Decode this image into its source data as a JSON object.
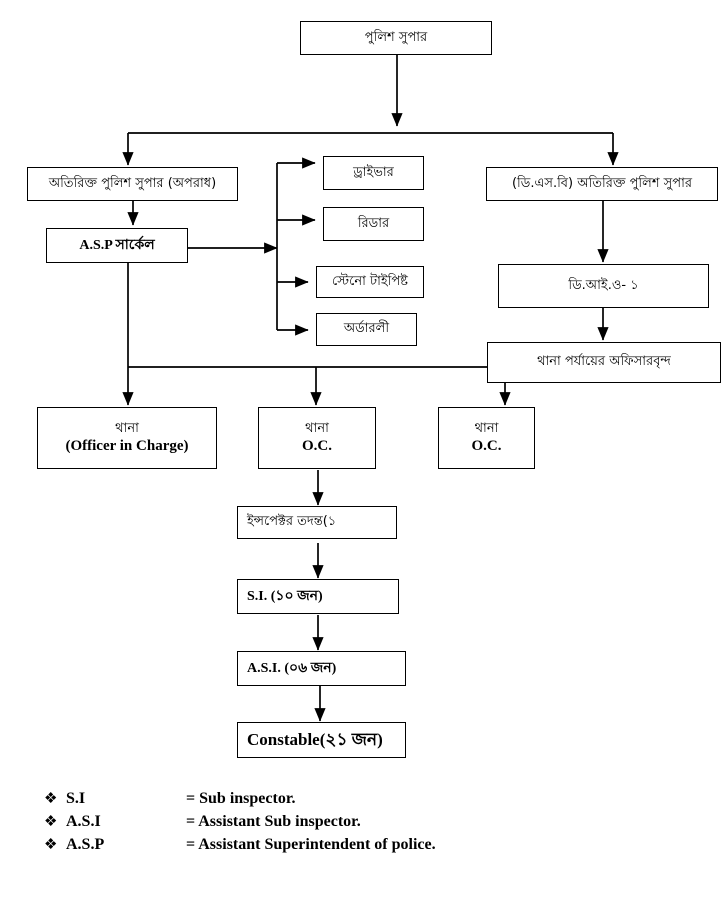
{
  "title": "Police Super Organizational Hierarchy Chart",
  "nodes": {
    "top": {
      "label": "পুলিশ সুপার"
    },
    "addl_sp_crime": {
      "label": "অতিরিক্ত পুলিশ সুপার (অপরাধ)"
    },
    "asp_circle": {
      "label": "A.S.P সার্কেল"
    },
    "dsb_addl_sp": {
      "label": "(ডি.এস.বি) অতিরিক্ত পুলিশ সুপার"
    },
    "dio_1": {
      "label": "ডি.আই.ও- ১"
    },
    "thana_officers": {
      "label": "থানা পর্যায়ের অফিসারবৃন্দ"
    },
    "driver": {
      "label": "ড্রাইভার"
    },
    "reader": {
      "label": "রিডার"
    },
    "steno_typist": {
      "label": "স্টেনো টাইপিষ্ট"
    },
    "orderly": {
      "label": "অর্ডারলী"
    },
    "thana_oic": {
      "line1": "থানা",
      "line2": "(Officer in Charge)"
    },
    "thana_oc_2": {
      "line1": "থানা",
      "line2": "O.C."
    },
    "thana_oc_3": {
      "line1": "থানা",
      "line2": "O.C."
    },
    "inspector": {
      "label": "ইন্সপেক্টর তদন্ত(১"
    },
    "si": {
      "label": "S.I. (১০ জন)"
    },
    "asi": {
      "label": "A.S.I. (০৬ জন)"
    },
    "constable": {
      "label": "Constable(২১ জন)"
    }
  },
  "legend": {
    "bullet": "❖",
    "rows": [
      {
        "key": "S.I",
        "value": "= Sub inspector."
      },
      {
        "key": "A.S.I",
        "value": "= Assistant Sub inspector."
      },
      {
        "key": "A.S.P",
        "value": "= Assistant Superintendent of police."
      }
    ]
  },
  "colors": {
    "line": "#000000",
    "background": "#ffffff",
    "border": "#000000"
  }
}
